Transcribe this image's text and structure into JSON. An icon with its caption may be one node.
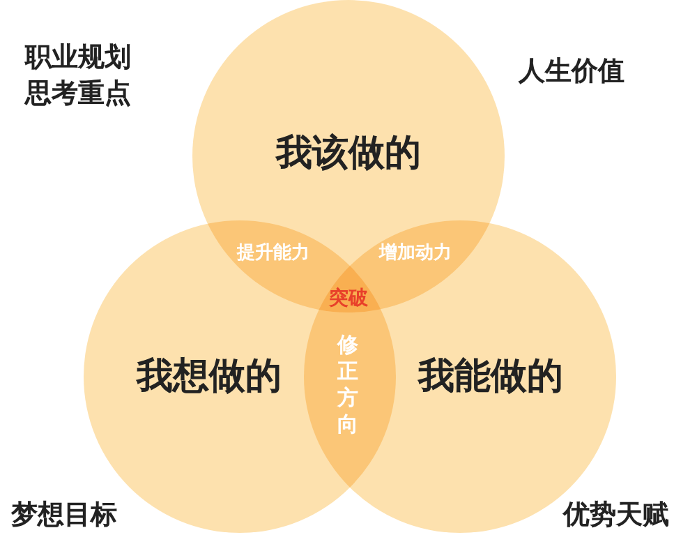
{
  "diagram": {
    "title": "职业规划思考重点",
    "nodes": [
      {
        "text": [
          "我该做的"
        ]
      },
      {
        "text": [
          "我想做的"
        ]
      },
      {
        "text": [
          "我能做的"
        ]
      }
    ],
    "labels": [
      "人生价值",
      "提升能力",
      "增加动力",
      "突破",
      "修正方向",
      "梦想目标",
      "优势天赋"
    ]
  }
}
